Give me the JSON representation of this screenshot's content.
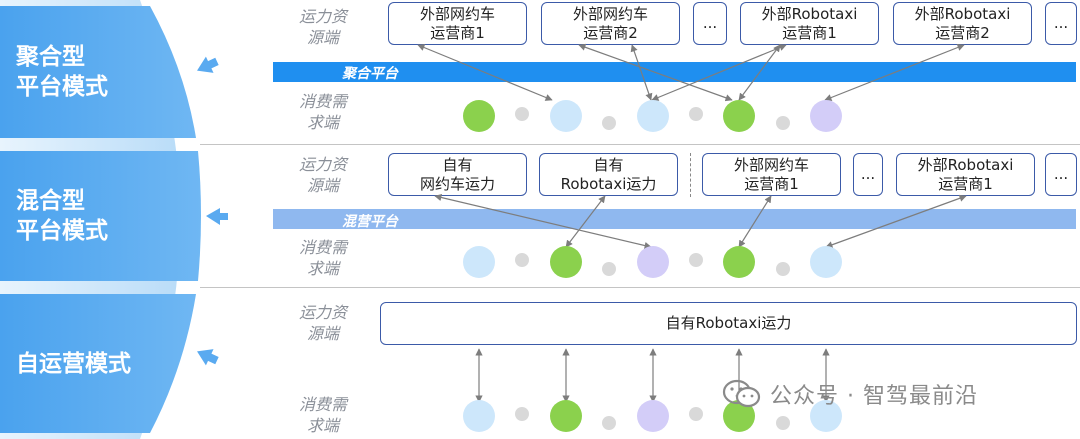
{
  "colors": {
    "mode_panel": "#5aaaf0",
    "bar_aggregate": "#1f8ff0",
    "bar_hybrid": "#8fb8ef",
    "dot_green": "#8bd14d",
    "dot_lightblue": "#cde7fb",
    "dot_lavender": "#d3cdf8",
    "dot_gray": "#d9d9d9",
    "box_border": "#3b5aa8",
    "arrow": "#7d7d7d"
  },
  "modes": [
    {
      "label": "聚合型\n平台模式"
    },
    {
      "label": "混合型\n平台模式"
    },
    {
      "label": "自运营模式"
    }
  ],
  "side_labels": {
    "supply": "运力资\n源端",
    "demand": "消费需\n求端"
  },
  "sections": [
    {
      "bar_label": "聚合平台",
      "boxes": [
        {
          "label": "外部网约车\n运营商1"
        },
        {
          "label": "外部网约车\n运营商2"
        },
        {
          "label": "..."
        },
        {
          "label": "外部Robotaxi\n运营商1"
        },
        {
          "label": "外部Robotaxi\n运营商2"
        },
        {
          "label": "..."
        }
      ],
      "dots": [
        "green",
        "gray",
        "lightblue",
        "gray",
        "lightblue",
        "gray",
        "green",
        "gray",
        "lavender"
      ]
    },
    {
      "bar_label": "混营平台",
      "boxes": [
        {
          "label": "自有\n网约车运力"
        },
        {
          "label": "自有\nRobotaxi运力"
        },
        {
          "label": "外部网约车\n运营商1"
        },
        {
          "label": "..."
        },
        {
          "label": "外部Robotaxi\n运营商1"
        },
        {
          "label": "..."
        }
      ],
      "dots": [
        "lightblue",
        "gray",
        "green",
        "gray",
        "lavender",
        "gray",
        "green",
        "gray",
        "lightblue"
      ]
    },
    {
      "bar_label": "",
      "boxes": [
        {
          "label": "自有Robotaxi运力"
        }
      ],
      "dots": [
        "lightblue",
        "gray",
        "green",
        "gray",
        "lavender",
        "gray",
        "green",
        "gray",
        "lightblue"
      ]
    }
  ],
  "watermark": {
    "text": "公众号 · 智驾最前沿",
    "icon": "wechat-icon"
  }
}
